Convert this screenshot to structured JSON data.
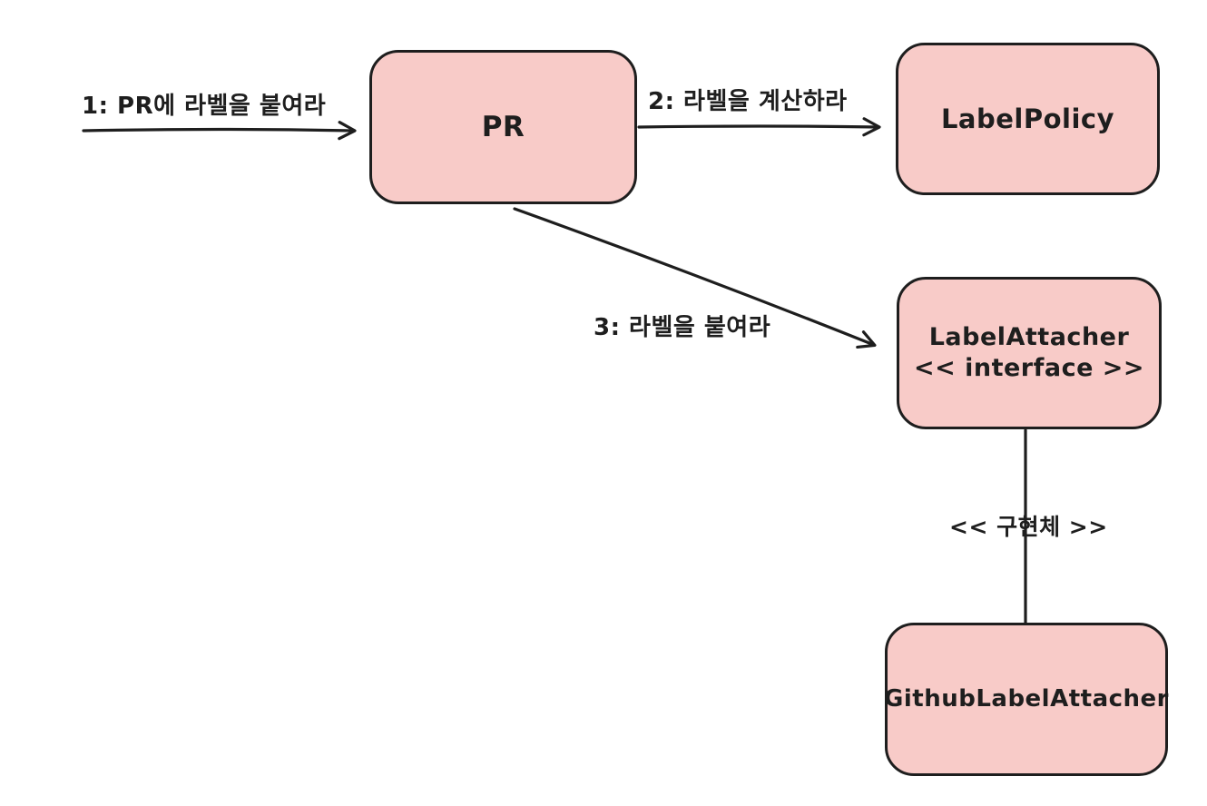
{
  "diagram": {
    "colors": {
      "background": "#ffffff",
      "node_fill": "#f8cbc8",
      "stroke": "#1e1e1e"
    },
    "nodes": {
      "pr": {
        "label": "PR"
      },
      "label_policy": {
        "label": "LabelPolicy"
      },
      "label_attacher": {
        "label": "LabelAttacher",
        "stereotype": "<< interface >>"
      },
      "github_label_attacher": {
        "label": "GithubLabelAttacher"
      }
    },
    "edges": {
      "e1": {
        "label": "1: PR에 라벨을 붙여라",
        "type": "arrow",
        "from": "external",
        "to": "pr"
      },
      "e2": {
        "label": "2: 라벨을 계산하라",
        "type": "arrow",
        "from": "pr",
        "to": "label_policy"
      },
      "e3": {
        "label": "3: 라벨을 붙여라",
        "type": "arrow",
        "from": "pr",
        "to": "label_attacher"
      },
      "impl": {
        "label": "<< 구현체 >>",
        "type": "line",
        "from": "label_attacher",
        "to": "github_label_attacher"
      }
    }
  }
}
